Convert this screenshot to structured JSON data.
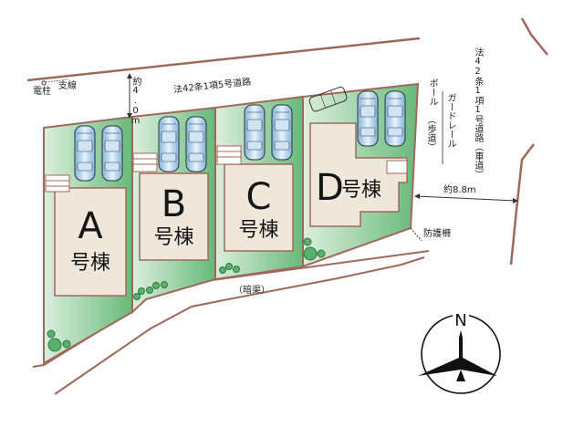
{
  "roads": {
    "north_road": "法42条1項5号道路",
    "east_road": "法42条1項1号道路（車道）",
    "sidewalk": "（歩道）",
    "ditch": "（暗渠）"
  },
  "labels": {
    "pole": "電柱",
    "stay_wire": "支線",
    "bollard": "ボール",
    "guardrail": "ガードレール",
    "fence": "防護柵",
    "width_north": "約4.0m",
    "width_east": "約8.8m"
  },
  "lots": [
    {
      "id": "A",
      "letter": "A",
      "suffix": "号棟",
      "parking_spaces": 2
    },
    {
      "id": "B",
      "letter": "B",
      "suffix": "号棟",
      "parking_spaces": 2
    },
    {
      "id": "C",
      "letter": "C",
      "suffix": "号棟",
      "parking_spaces": 2
    },
    {
      "id": "D",
      "letter": "D",
      "suffix": "号棟",
      "parking_spaces": 2
    }
  ],
  "compass": {
    "north": "N"
  },
  "colors": {
    "lot_green": "#6cbf80",
    "lot_green_light": "#d6ecd8",
    "boundary": "#a0685a",
    "building": "#efe7db",
    "car": "#9cc6e6"
  }
}
